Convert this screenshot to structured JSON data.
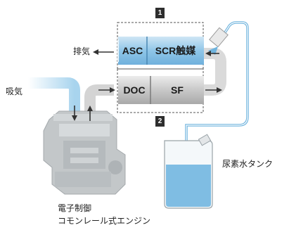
{
  "labels": {
    "exhaust": "排気",
    "intake": "吸気",
    "urea_tank": "尿素水タンク",
    "engine_line1": "電子制御",
    "engine_line2": "コモンレール式エンジン"
  },
  "units": {
    "asc": "ASC",
    "scr": "SCR触媒",
    "doc": "DOC",
    "sf": "SF"
  },
  "badges": {
    "unit1": "1",
    "unit2": "2"
  },
  "colors": {
    "scr_blue": "#8fc6e8",
    "doc_gray": "#c9c9c9",
    "urea_blue": "#6fb4de",
    "pipe_gray": "#d9d9d9",
    "engine_gray": "#c0c4c6"
  }
}
